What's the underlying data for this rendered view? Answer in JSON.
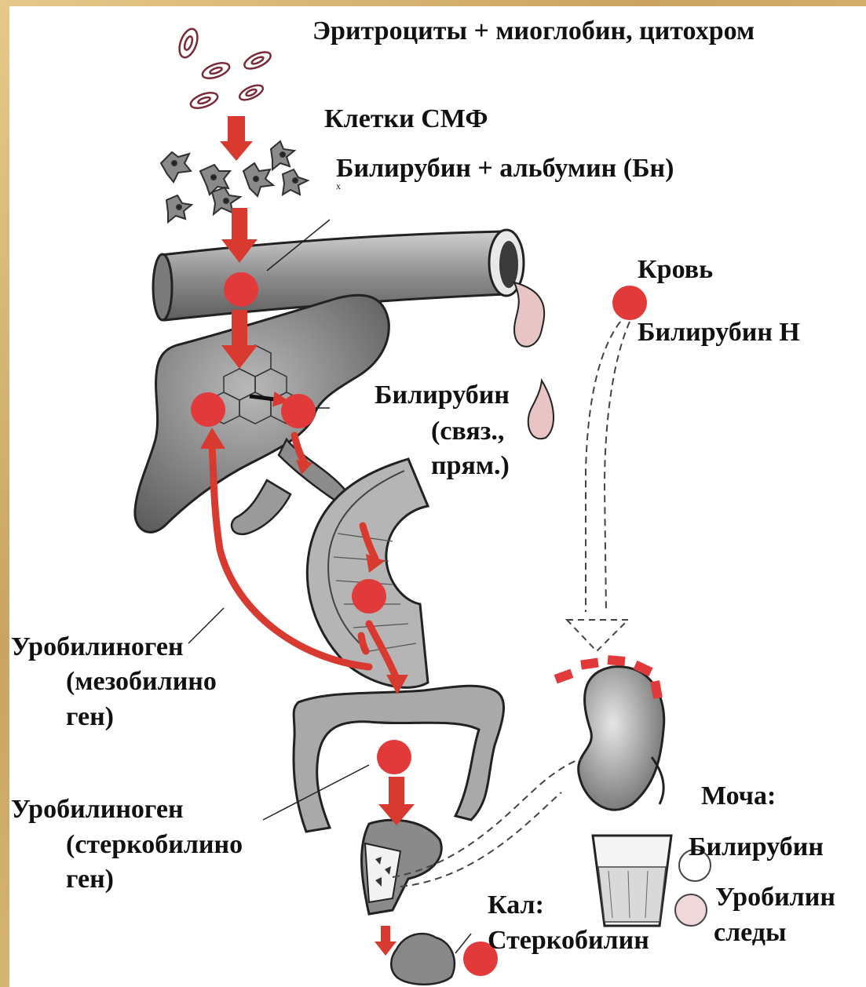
{
  "labels": {
    "erythrocytes": "Эритроциты + миоглобин, цитохром",
    "rhs_cells": "Клетки СМФ",
    "bilirubin_albumin": "Билирубин + альбумин (Бн)",
    "tiny_mark": "x",
    "blood": "Кровь",
    "bilirubin_n": "Билирубин Н",
    "bilirubin_conj_1": "Билирубин",
    "bilirubin_conj_2": "(связ.,",
    "bilirubin_conj_3": "прям.)",
    "urobilinogen1_1": "Уробилиноген",
    "urobilinogen1_2": "(мезобилино",
    "urobilinogen1_3": "ген)",
    "urobilinogen2_1": "Уробилиноген",
    "urobilinogen2_2": "(стеркобилино",
    "urobilinogen2_3": "ген)",
    "urine": "Моча:",
    "urine_bilirubin": "Билирубин",
    "urine_urobilin": "Уробилин",
    "urine_traces": "следы",
    "feces": "Кал:",
    "stercobilin": "Стеркобилин"
  },
  "colors": {
    "marker": "#e23a3a",
    "arrow": "#d83a30",
    "organ_fill": "#9a9a9a",
    "organ_stroke": "#333333",
    "border_gold": "#d4b06a"
  }
}
